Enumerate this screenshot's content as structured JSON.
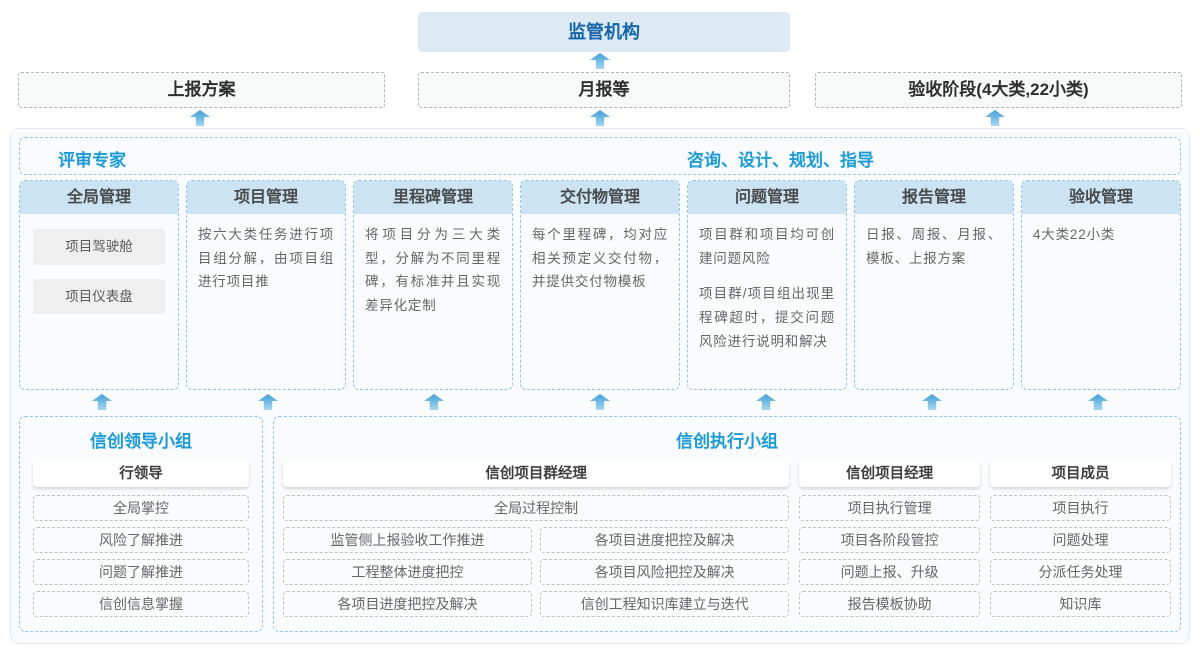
{
  "top": {
    "regulator": "监管机构",
    "report_plan": "上报方案",
    "monthly_report": "月报等",
    "acceptance_stage": "验收阶段(4大类,22小类)"
  },
  "platform": {
    "experts_label": "评审专家",
    "consulting_label": "咨询、设计、规划、指导",
    "cards": [
      {
        "title": "全局管理",
        "pills": [
          "项目驾驶舱",
          "项目仪表盘"
        ]
      },
      {
        "title": "项目管理",
        "paragraphs": [
          "按六大类任务进行项目组分解，由项目组进行项目推"
        ]
      },
      {
        "title": "里程碑管理",
        "paragraphs": [
          "将项目分为三大类型，分解为不同里程碑，有标准并且实现差异化定制"
        ]
      },
      {
        "title": "交付物管理",
        "paragraphs": [
          "每个里程碑，均对应相关预定义交付物，并提供交付物模板"
        ]
      },
      {
        "title": "问题管理",
        "paragraphs": [
          "项目群和项目均可创建问题风险",
          "项目群/项目组出现里程碑超时，提交问题风险进行说明和解决"
        ]
      },
      {
        "title": "报告管理",
        "paragraphs": [
          "日报、周报、月报、模板、上报方案"
        ]
      },
      {
        "title": "验收管理",
        "paragraphs": [
          "4大类22小类"
        ]
      }
    ]
  },
  "bottom": {
    "leader_group": {
      "title": "信创领导小组",
      "role": "行领导",
      "items": [
        "全局掌控",
        "风险了解推进",
        "问题了解推进",
        "信创信息掌握"
      ]
    },
    "exec_group": {
      "title": "信创执行小组",
      "program_manager": {
        "role": "信创项目群经理",
        "full_item": "全局过程控制",
        "left_items": [
          "监管侧上报验收工作推进",
          "工程整体进度把控",
          "各项目进度把控及解决"
        ],
        "right_items": [
          "各项目进度把控及解决",
          "各项目风险把控及解决",
          "信创工程知识库建立与迭代"
        ]
      },
      "project_manager": {
        "role": "信创项目经理",
        "items": [
          "项目执行管理",
          "项目各阶段管控",
          "问题上报、升级",
          "报告模板协助"
        ]
      },
      "member": {
        "role": "项目成员",
        "items": [
          "项目执行",
          "问题处理",
          "分派任务处理",
          "知识库"
        ]
      }
    }
  },
  "colors": {
    "accent_blue": "#1b9bd8",
    "dark_blue": "#1565a8",
    "card_header_band": "#cbe3f2",
    "blue_dash_border": "#8cc8ea",
    "arrow_blue": "#3fa0d8",
    "regulator_bg": "#dde9f5"
  }
}
